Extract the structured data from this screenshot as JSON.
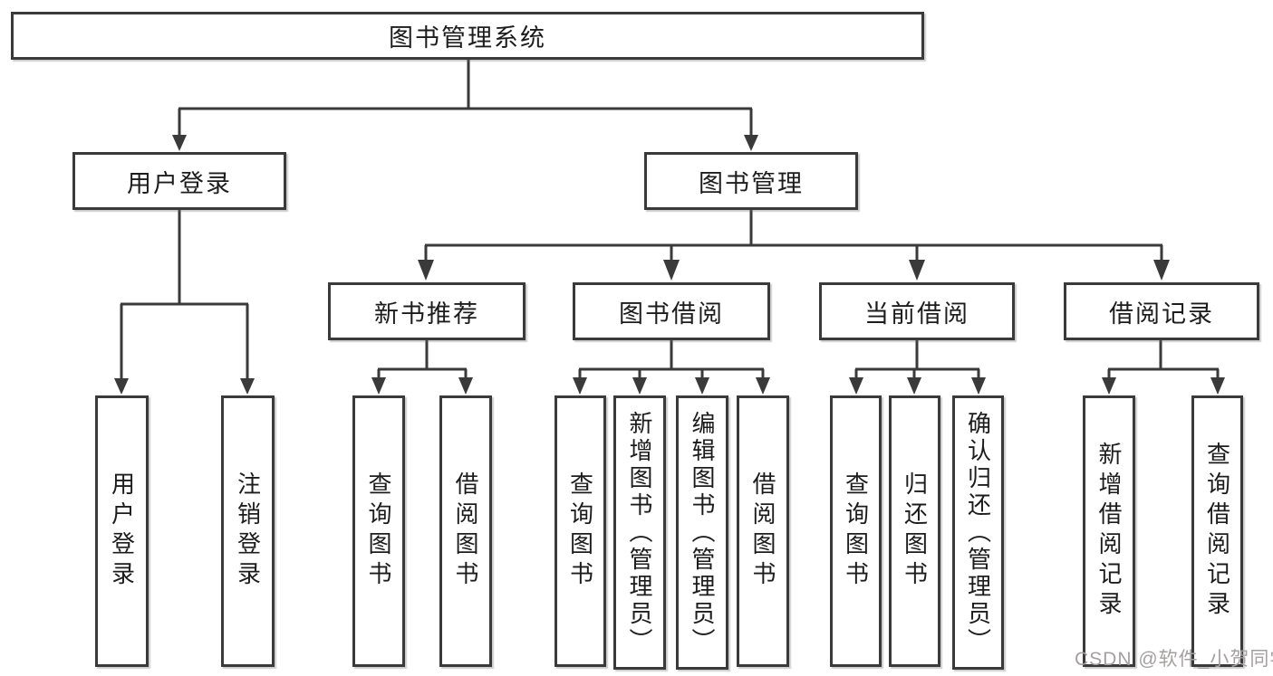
{
  "nodes": {
    "root": "图书管理系统",
    "branch_user_login": "用户登录",
    "branch_book_mgmt": "图书管理",
    "sec_new_book_rec": "新书推荐",
    "sec_book_borrow": "图书借阅",
    "sec_current_borrow": "当前借阅",
    "sec_borrow_records": "借阅记录",
    "leaf_user_login": "用户登录",
    "leaf_logout": "注销登录",
    "leaf_nbr_query_books": "查询图书",
    "leaf_nbr_borrow_books": "借阅图书",
    "leaf_bb_query_books": "查询图书",
    "leaf_bb_add_books": "新增图书（管理员）",
    "leaf_bb_edit_books": "编辑图书（管理员）",
    "leaf_bb_borrow_books": "借阅图书",
    "leaf_cb_query_books": "查询图书",
    "leaf_cb_return_books": "归还图书",
    "leaf_cb_confirm_return": "确认归还（管理员）",
    "leaf_br_add_record": "新增借阅记录",
    "leaf_br_query_record": "查询借阅记录"
  },
  "watermark": "CSDN @软件_小贺同学",
  "colors": {
    "line": "#3a3a3a",
    "text": "#1c1c1c",
    "watermark": "#a5a0a0",
    "background": "#ffffff"
  }
}
